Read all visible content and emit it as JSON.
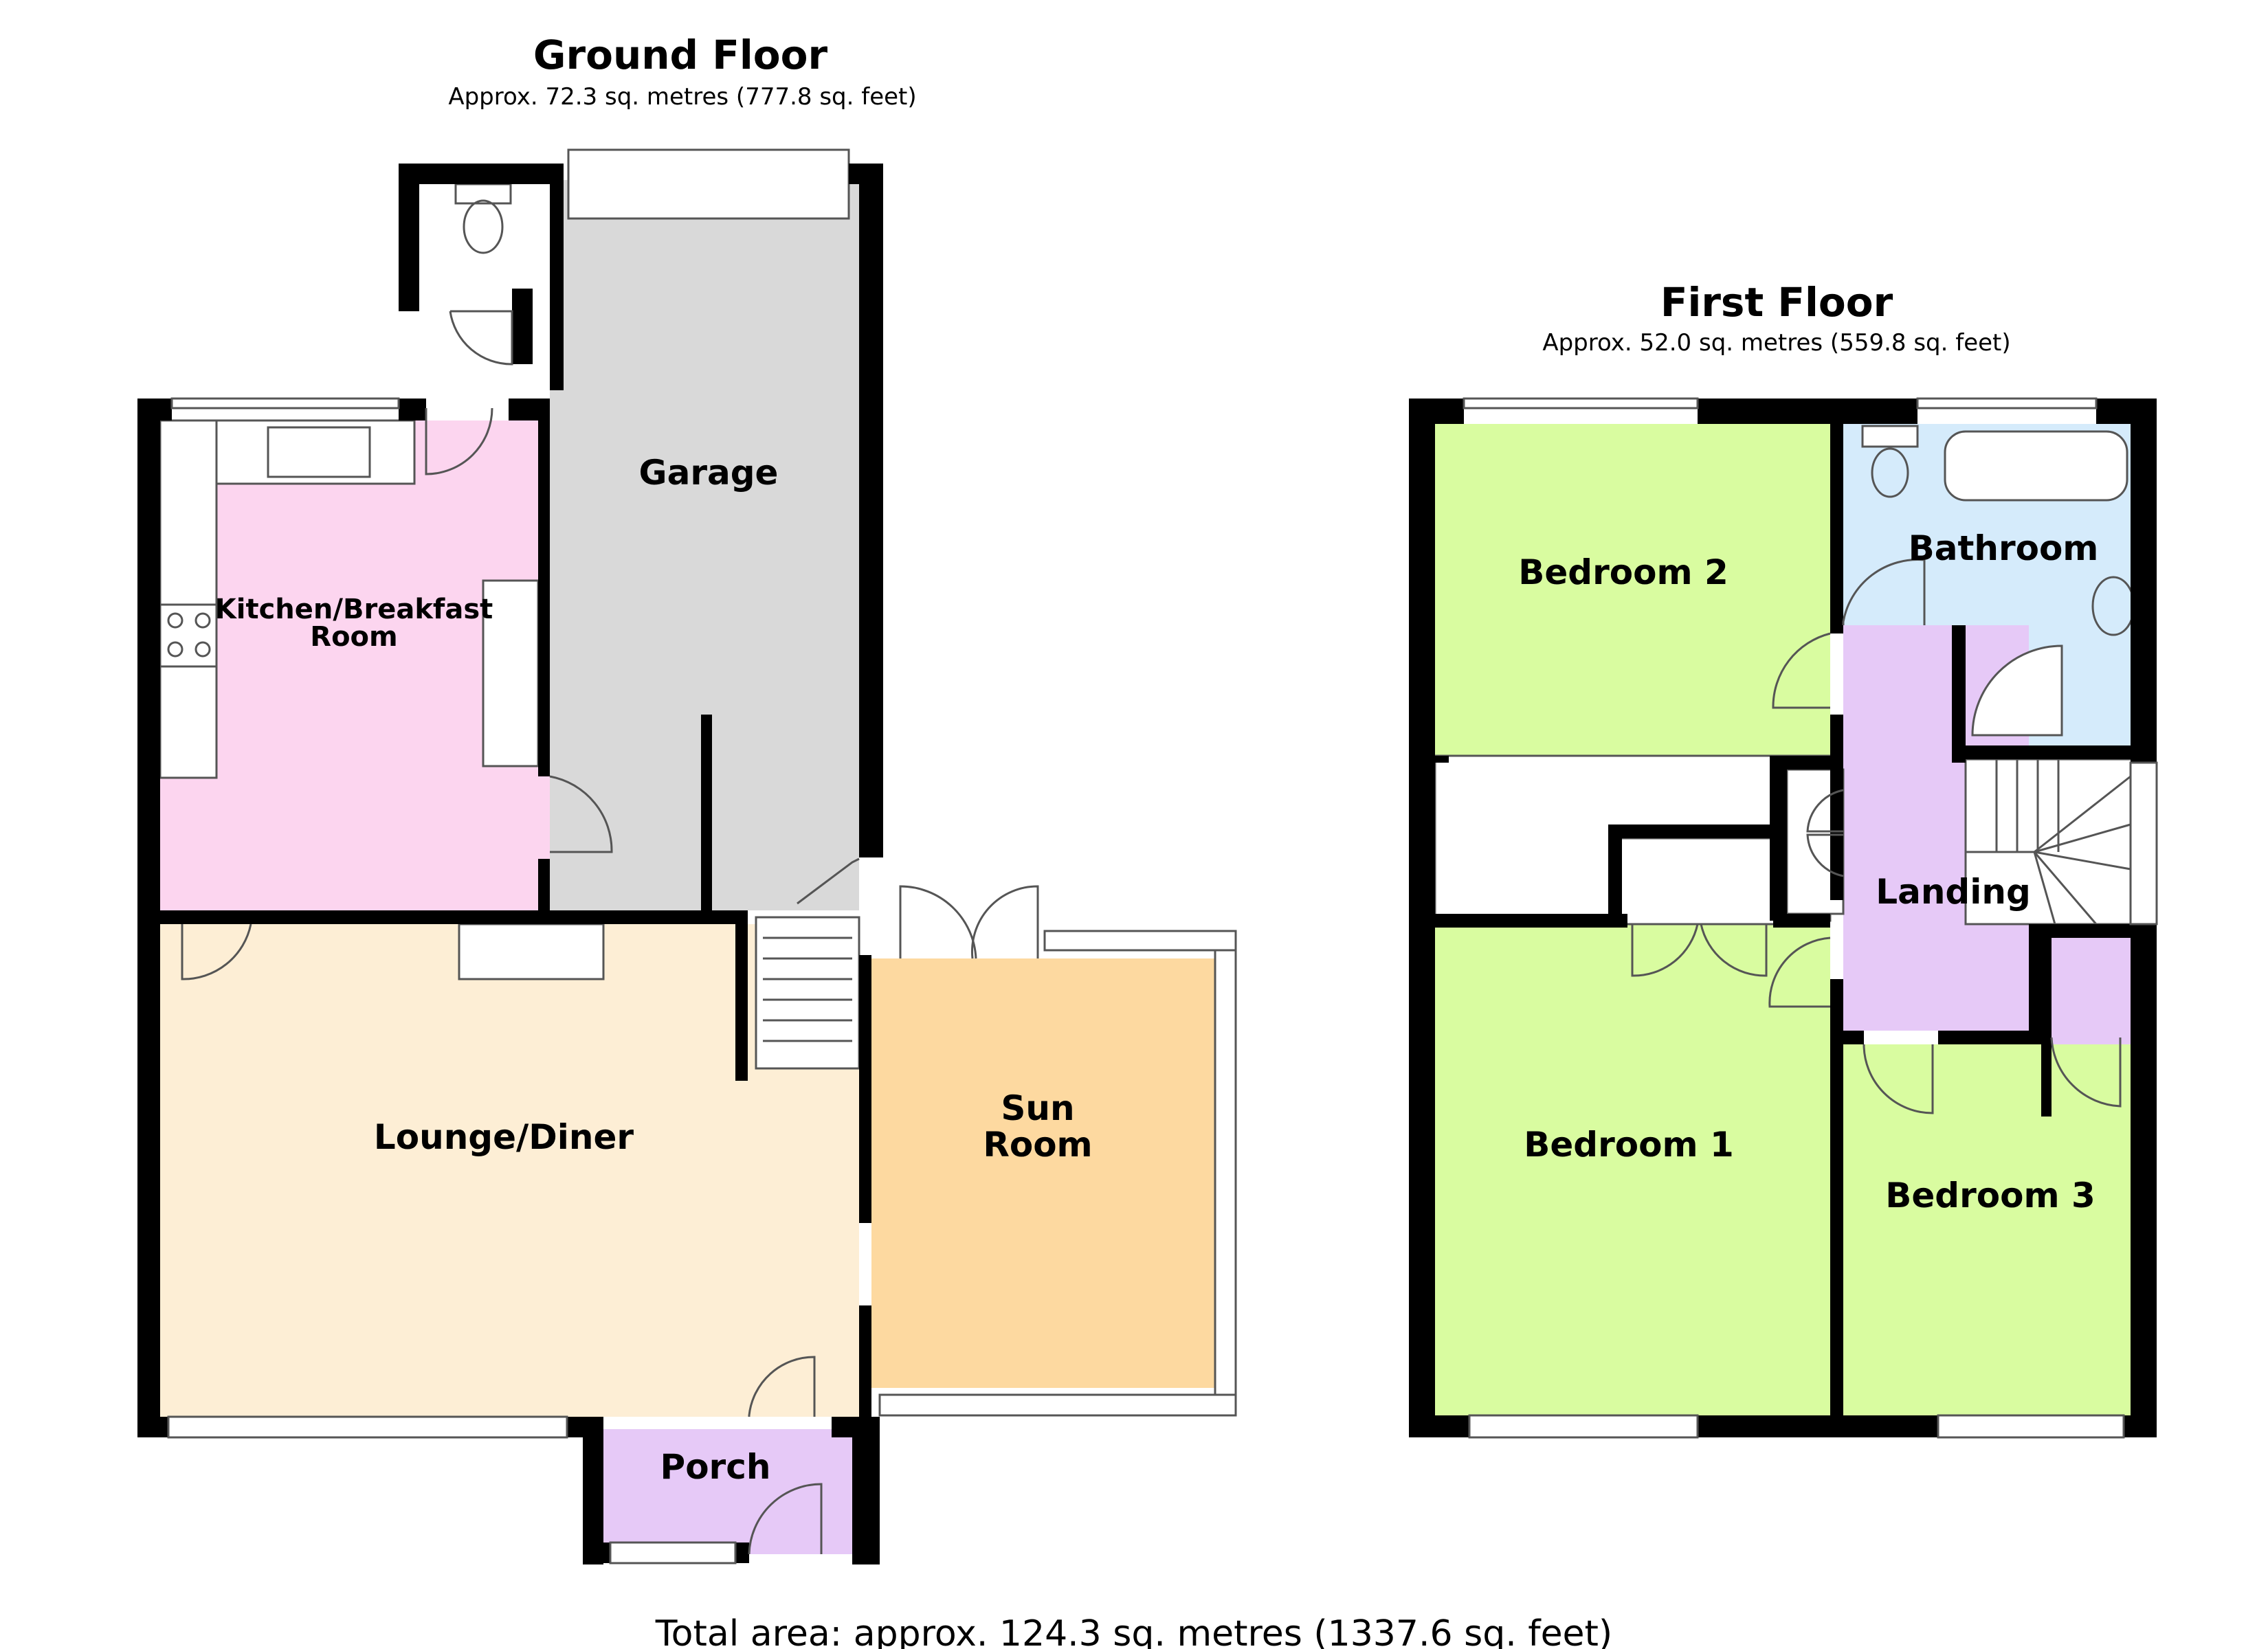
{
  "ground_floor": {
    "title": "Ground Floor",
    "area": "Approx. 72.3 sq. metres (777.8 sq. feet)",
    "rooms": {
      "garage": "Garage",
      "kitchen_line1": "Kitchen/Breakfast",
      "kitchen_line2": "Room",
      "lounge": "Lounge/Diner",
      "sun_line1": "Sun",
      "sun_line2": "Room",
      "porch": "Porch"
    }
  },
  "first_floor": {
    "title": "First Floor",
    "area": "Approx. 52.0 sq. metres (559.8 sq. feet)",
    "rooms": {
      "bedroom2": "Bedroom 2",
      "bathroom": "Bathroom",
      "landing": "Landing",
      "bedroom1": "Bedroom 1",
      "bedroom3": "Bedroom 3"
    }
  },
  "total_area": "Total area: approx. 124.3 sq. metres (1337.6 sq. feet)",
  "colors": {
    "kitchen": "#fcd5ef",
    "garage": "#d9d9d9",
    "lounge": "#fdeed5",
    "sun_room": "#fdd9a0",
    "porch": "#e6c9f7",
    "bedroom": "#d9fca0",
    "bathroom": "#d5ebfb",
    "landing": "#e6c9f7",
    "wall": "#000000"
  }
}
